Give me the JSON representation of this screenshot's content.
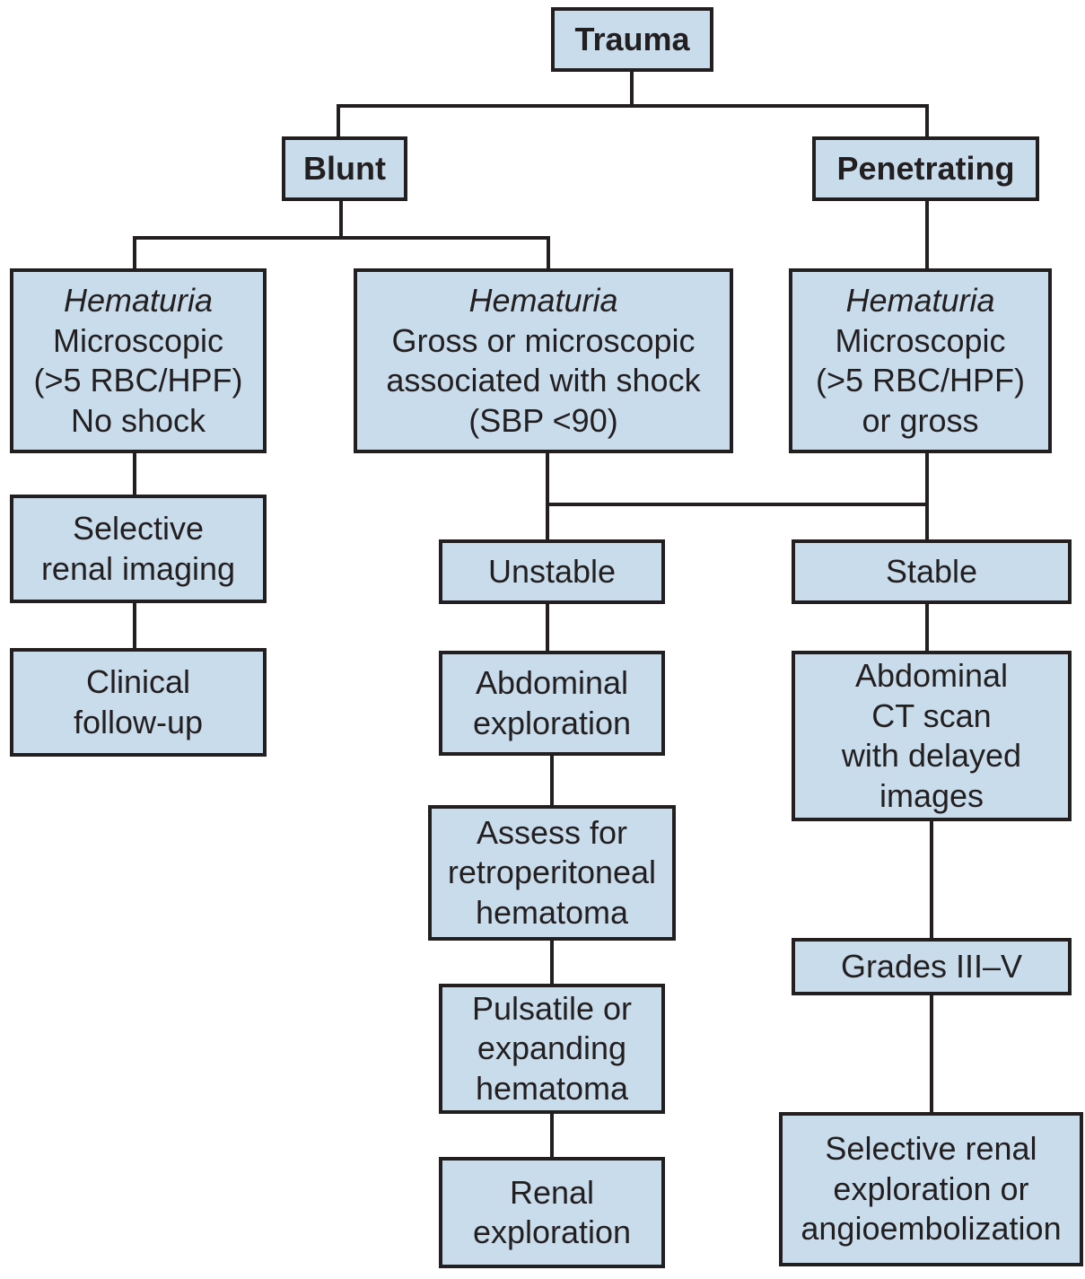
{
  "diagram": {
    "root": {
      "label": "Trauma"
    },
    "branches": {
      "blunt": {
        "label": "Blunt"
      },
      "penetrating": {
        "label": "Penetrating"
      }
    },
    "hematuria_blunt_no_shock": {
      "title": "Hematuria",
      "lines": [
        "Microscopic",
        "(>5 RBC/HPF)",
        "No shock"
      ]
    },
    "hematuria_blunt_shock": {
      "title": "Hematuria",
      "lines": [
        "Gross or microscopic",
        "associated with shock",
        "(SBP <90)"
      ]
    },
    "hematuria_penetrating": {
      "title": "Hematuria",
      "lines": [
        "Microscopic",
        "(>5 RBC/HPF)",
        "or gross"
      ]
    },
    "selective_imaging": {
      "lines": [
        "Selective",
        "renal imaging"
      ]
    },
    "clinical_followup": {
      "lines": [
        "Clinical",
        "follow-up"
      ]
    },
    "unstable": {
      "label": "Unstable"
    },
    "stable": {
      "label": "Stable"
    },
    "abdominal_exploration": {
      "lines": [
        "Abdominal",
        "exploration"
      ]
    },
    "assess_hematoma": {
      "lines": [
        "Assess for",
        "retroperitoneal",
        "hematoma"
      ]
    },
    "pulsatile_hematoma": {
      "lines": [
        "Pulsatile or",
        "expanding",
        "hematoma"
      ]
    },
    "renal_exploration": {
      "lines": [
        "Renal",
        "exploration"
      ]
    },
    "abdominal_ct": {
      "lines": [
        "Abdominal",
        "CT scan",
        "with delayed",
        "images"
      ]
    },
    "grades": {
      "label": "Grades III–V"
    },
    "selective_exploration": {
      "lines": [
        "Selective renal",
        "exploration or",
        "angioembolization"
      ]
    }
  },
  "colors": {
    "box_fill": "#c9dcec",
    "stroke": "#231f20"
  }
}
